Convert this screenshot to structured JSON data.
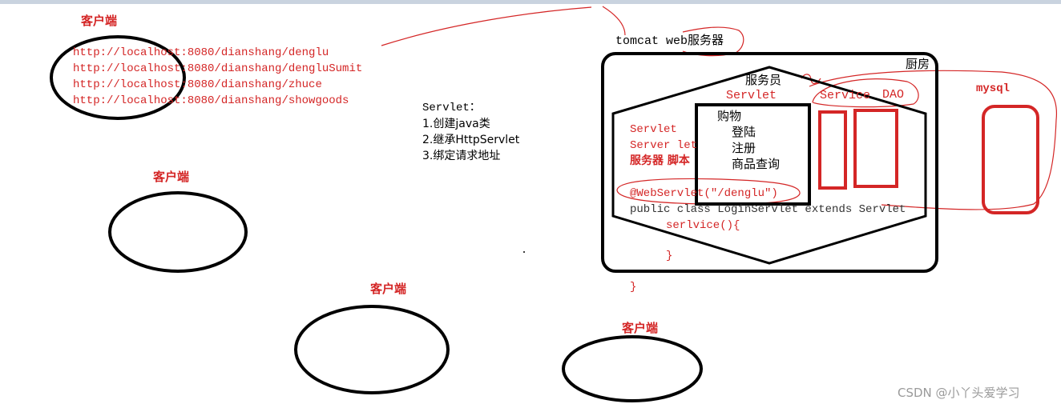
{
  "clients": {
    "label_1": "客户端",
    "label_2": "客户端",
    "label_3": "客户端",
    "label_4": "客户端"
  },
  "urls": [
    "http://localhost:8080/dianshang/denglu",
    "http://localhost:8080/dianshang/dengluSumit",
    "http://localhost:8080/dianshang/zhuce",
    "http://localhost:8080/dianshang/showgoods"
  ],
  "servlet_steps": {
    "title": "Servlet：",
    "step_1": "1.创建java类",
    "step_2": "2.继承HttpServlet",
    "step_3": "3.绑定请求地址"
  },
  "server": {
    "title": "tomcat web服务器",
    "kitchen": "厨房",
    "waiter": "服务员",
    "servlet_top": "Servlet",
    "servlet_left": "Servlet",
    "server_let": "Server let",
    "server_script": "服务器 脚本",
    "service": "Service",
    "dao": "DAO",
    "mysql": "mysql"
  },
  "menu": {
    "shopping": "购物",
    "login": "登陆",
    "register": "注册",
    "query": "商品查询"
  },
  "code": {
    "annotation": "@WebServlet(\"/denglu\")",
    "class_decl": "public class LoginServlet extends Servlet",
    "method": "serlvice(){",
    "close_inner": "}",
    "close_outer": "}"
  },
  "watermark": "CSDN @小丫头爱学习",
  "colors": {
    "red": "#d42626",
    "black": "#000000"
  }
}
